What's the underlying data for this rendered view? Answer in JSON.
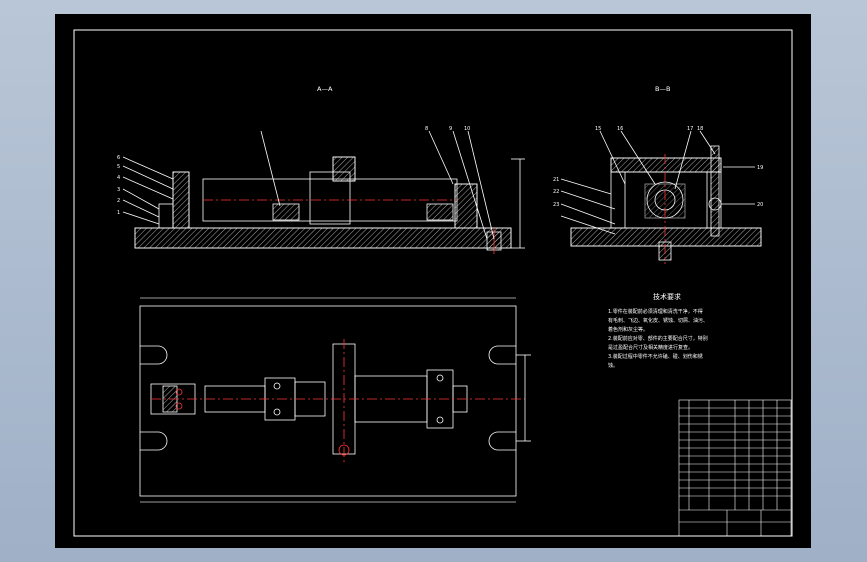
{
  "drawing": {
    "section_a": "A—A",
    "section_b": "B—B",
    "tech_req_title": "技术要求",
    "tech_req_lines": [
      "1.零件在装配前必须清理和清洗干净，不得",
      "有毛刺、飞边、氧化皮、锈蚀、切屑、油污、",
      "着色剂和灰尘等。",
      "2.装配前应对零、部件的主要配合尺寸，特别",
      "是过盈配合尺寸及相关精度进行复查。",
      "3.装配过程中零件不允许磕、碰、划伤和锈",
      "蚀。"
    ],
    "part_labels_left": [
      "6",
      "5",
      "4",
      "3",
      "2",
      "1"
    ],
    "part_labels_top": [
      "8",
      "9",
      "10"
    ],
    "part_labels_b": [
      "15",
      "16",
      "17",
      "18",
      "19",
      "20",
      "21",
      "22",
      "23"
    ]
  },
  "colors": {
    "sheet": "#000000",
    "line": "#ffffff",
    "centerline": "#ff3333",
    "hatch": "#cfcfcf",
    "dim": "#d0d0d0"
  }
}
